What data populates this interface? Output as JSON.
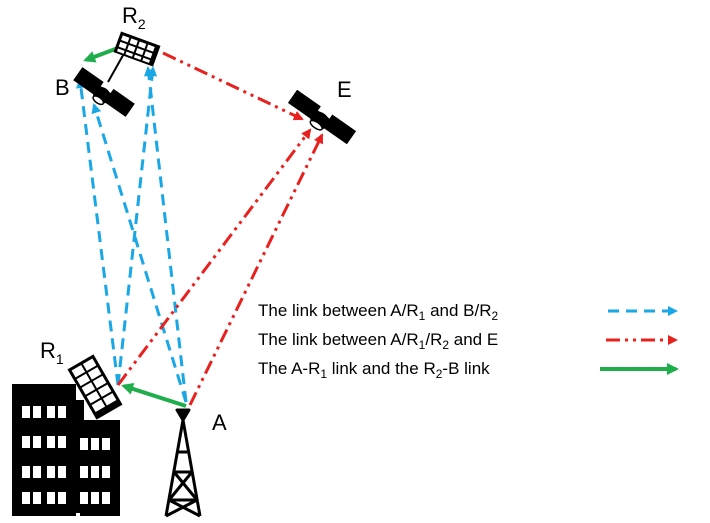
{
  "nodes": {
    "A": {
      "label": "A"
    },
    "B": {
      "label": "B"
    },
    "E": {
      "label": "E"
    },
    "R1": {
      "label": "R",
      "sub": "1"
    },
    "R2": {
      "label": "R",
      "sub": "2"
    }
  },
  "legend": [
    {
      "parts": [
        "The link between A/R",
        "1",
        " and B/R",
        "2"
      ],
      "style": "dashed",
      "color": "#1aa7e6"
    },
    {
      "parts": [
        "The link between A/R",
        "1",
        "/R",
        "2",
        " and E"
      ],
      "style": "dashdot",
      "color": "#e8211e"
    },
    {
      "parts": [
        "The A-R",
        "1",
        " link and the R",
        "2",
        "-B link"
      ],
      "style": "solid",
      "color": "#1fae4b"
    }
  ],
  "colors": {
    "blue_link": "#1aa7e6",
    "red_link": "#e8211e",
    "green_link": "#1fae4b",
    "icons": "#000000"
  },
  "icons": {
    "satellite_B": "satellite-icon",
    "satellite_E": "satellite-icon",
    "panel_R2": "ris-panel-icon",
    "panel_R1": "ris-panel-icon",
    "building": "building-icon",
    "tower": "antenna-tower-icon"
  }
}
